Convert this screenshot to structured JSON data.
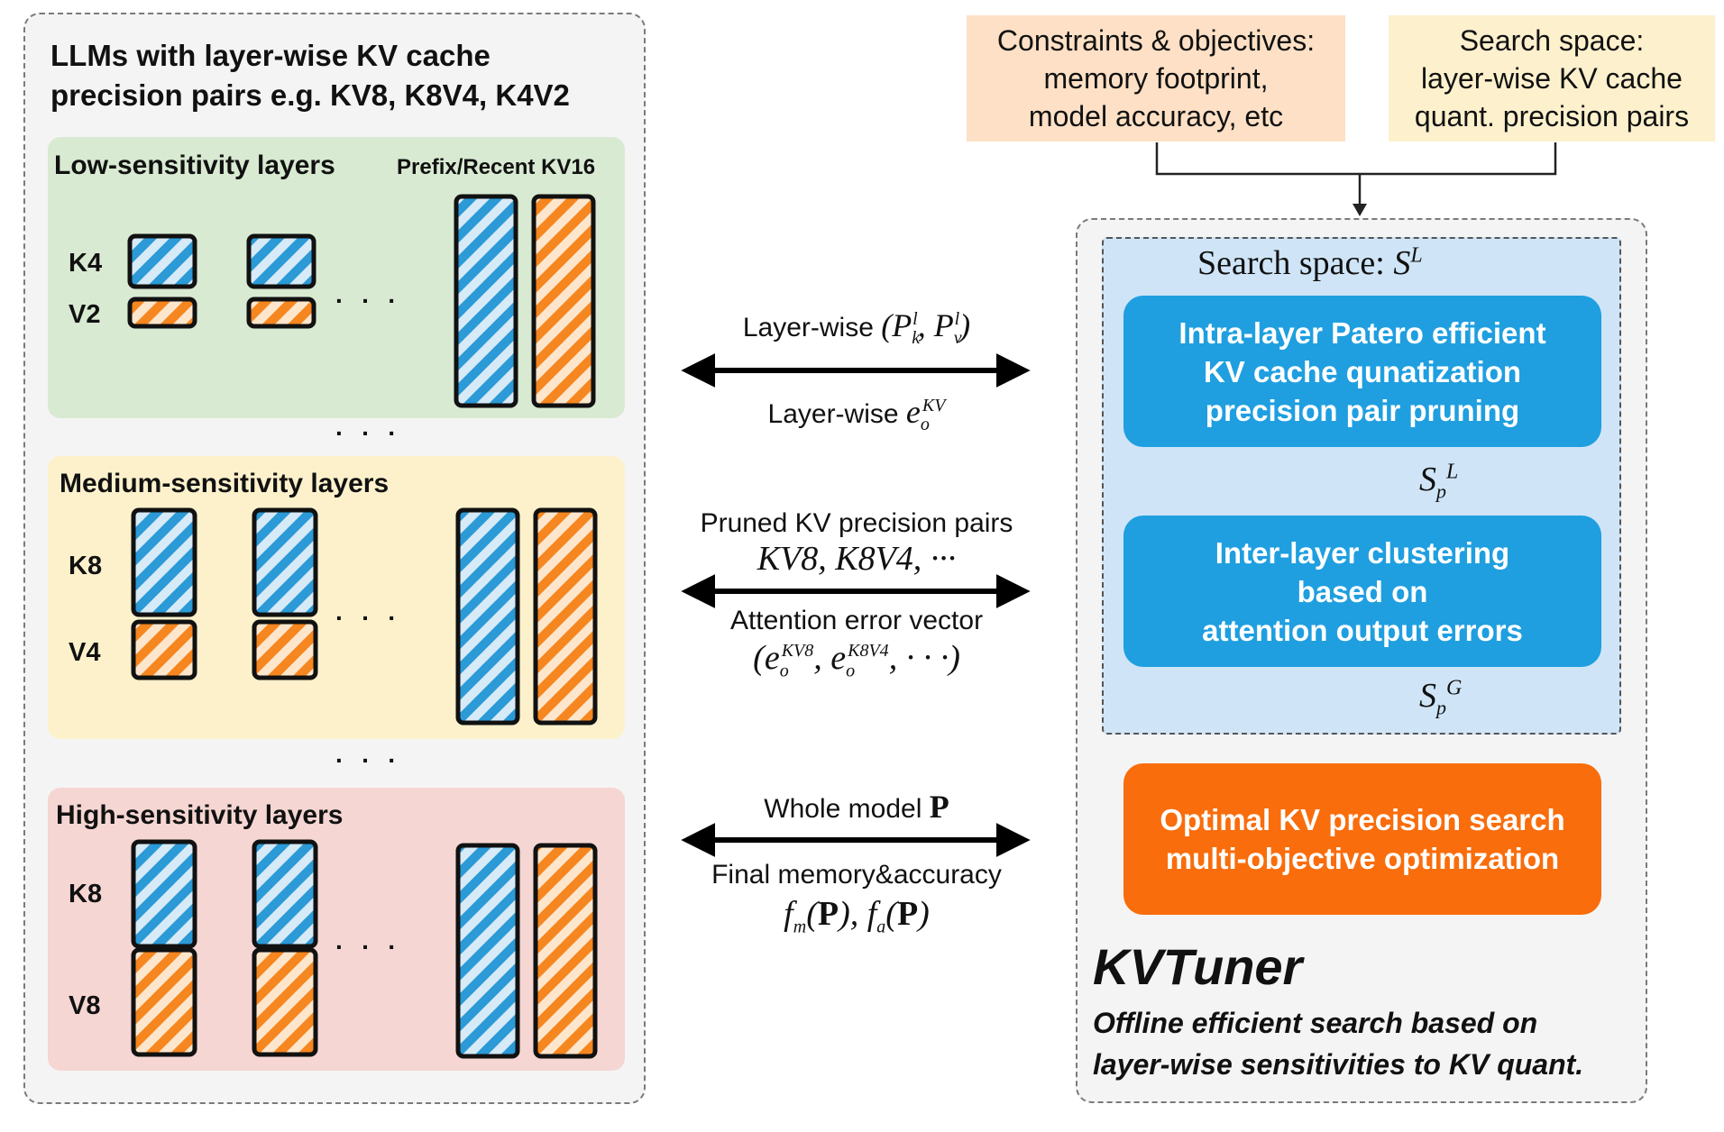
{
  "left_panel": {
    "title_line1": "LLMs with layer-wise KV cache",
    "title_line2": "precision pairs e.g. KV8, K8V4, K4V2",
    "groups": [
      {
        "title": "Low-sensitivity layers",
        "note": "Prefix/Recent KV16",
        "k_label": "K4",
        "v_label": "V2"
      },
      {
        "title": "Medium-sensitivity layers",
        "k_label": "K8",
        "v_label": "V4"
      },
      {
        "title": "High-sensitivity layers",
        "k_label": "K8",
        "v_label": "V8"
      }
    ],
    "ellipsis": "· · ·"
  },
  "connectors": [
    {
      "top_text": "Layer-wise",
      "top_math": "(P_k^l, P_v^l)",
      "bottom_text": "Layer-wise",
      "bottom_math": "e_o^KV"
    },
    {
      "top_text": "Pruned KV precision pairs",
      "top_math": "KV8, K8V4, ···",
      "bottom_text": "Attention error vector",
      "bottom_math": "(e_o^KV8, e_o^K8V4, ···)"
    },
    {
      "top_text": "Whole model",
      "top_math": "P",
      "bottom_text": "Final memory&accuracy",
      "bottom_math": "f_m(P), f_a(P)"
    }
  ],
  "top_boxes": {
    "constraints": [
      "Constraints & objectives:",
      "memory footprint,",
      "model accuracy, etc"
    ],
    "search_space": [
      "Search space:",
      "layer-wise KV cache",
      "quant. precision pairs"
    ]
  },
  "kvtuner": {
    "search_space_label": "Search space:",
    "search_space_math": "S^L",
    "intra_box": [
      "Intra-layer Patero efficient",
      "KV cache qunatization",
      "precision pair pruning"
    ],
    "sp_l": "Sp^L",
    "inter_box": [
      "Inter-layer clustering",
      "based on",
      "attention output errors"
    ],
    "sp_g": "Sp^G",
    "optimal_box": [
      "Optimal KV precision search",
      "multi-objective optimization"
    ],
    "name": "KVTuner",
    "subtitle": [
      "Offline efficient search based on",
      "layer-wise sensitivities to KV quant."
    ]
  },
  "colors": {
    "blue": "#1f9fe0",
    "orange": "#f96d0c",
    "low": "#d8ead2",
    "medium": "#fdf1cc",
    "high": "#f5d6d2",
    "box_top": "#fde0c5",
    "box_search": "#fdf0cd"
  }
}
